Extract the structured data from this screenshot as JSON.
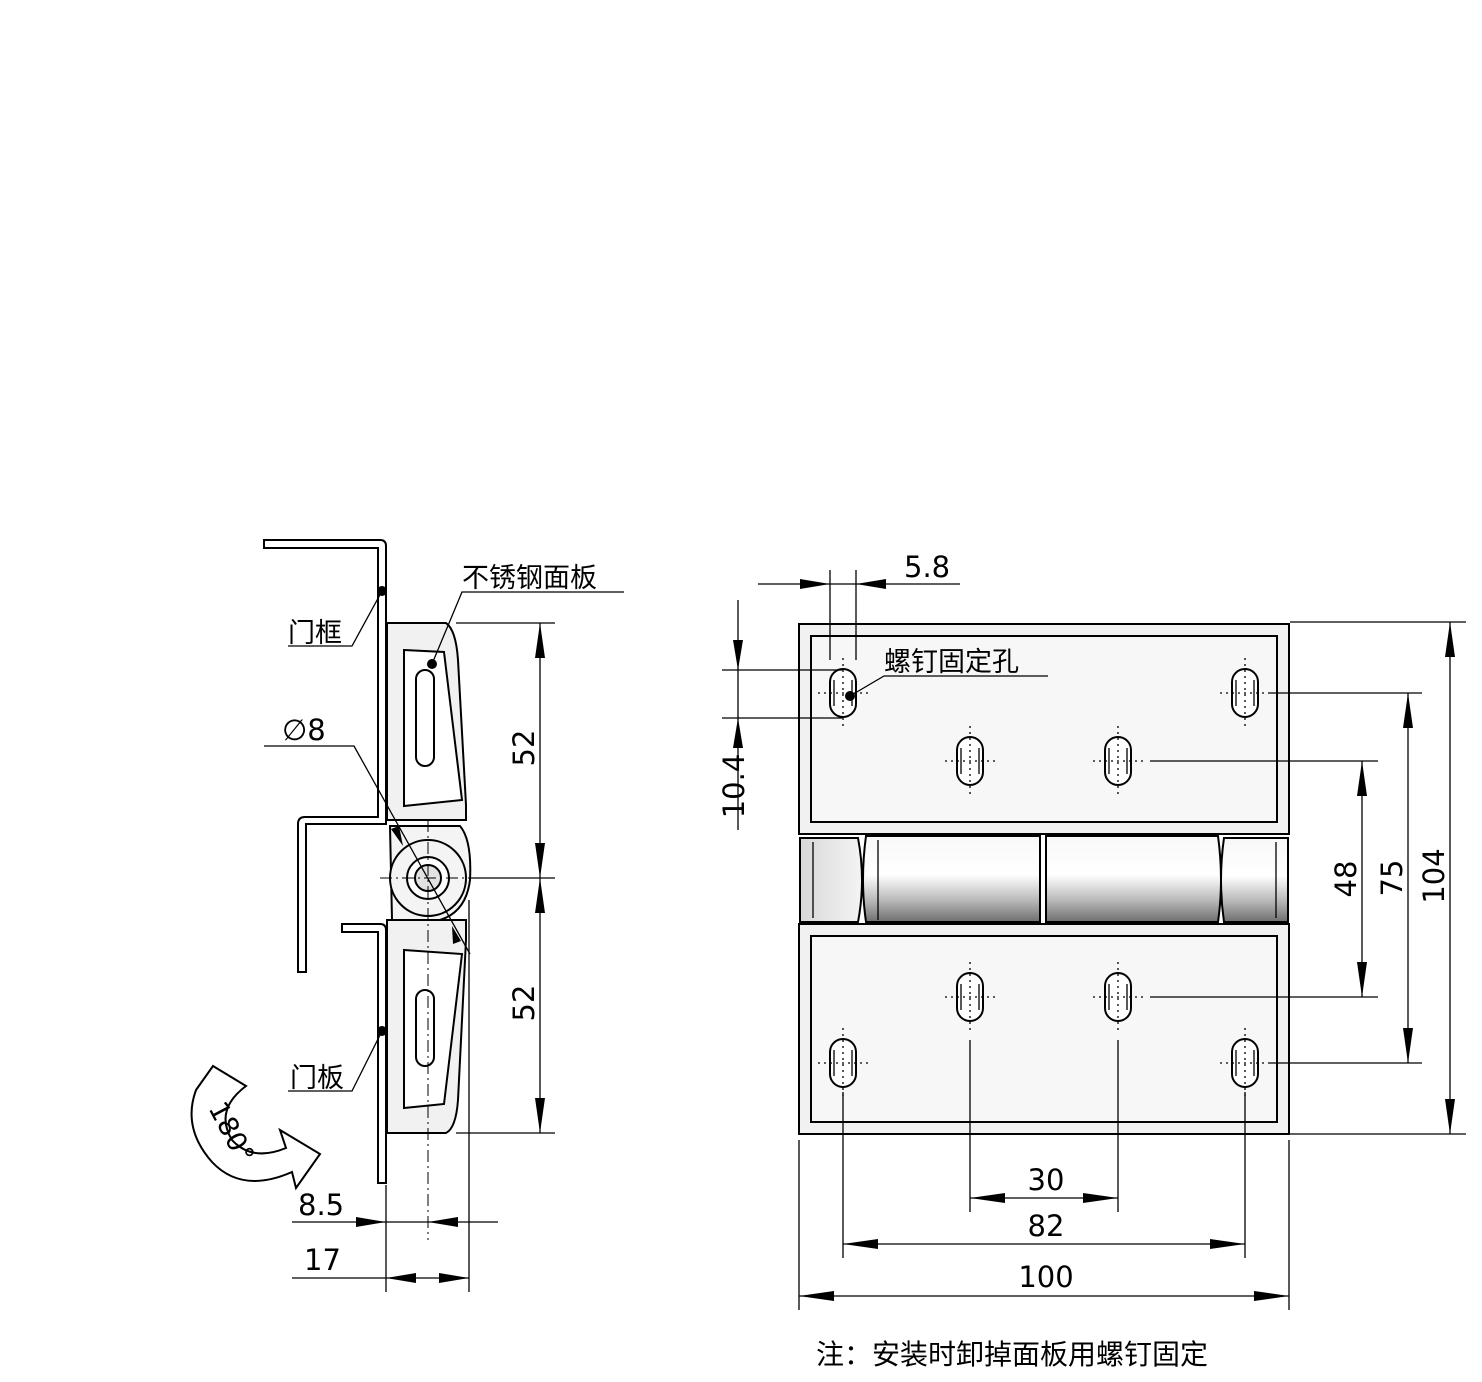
{
  "labels": {
    "stainless_panel": "不锈钢面板",
    "door_frame": "门框",
    "door_panel": "门板",
    "screw_hole": "螺钉固定孔",
    "diameter": "∅8",
    "rotation": "180°",
    "note": "注：安装时卸掉面板用螺钉固定"
  },
  "dimensions": {
    "side_upper": "52",
    "side_lower": "52",
    "offset_8_5": "8.5",
    "offset_17": "17",
    "slot_width": "5.8",
    "slot_length": "10.4",
    "hole_spacing_48": "48",
    "hole_spacing_75": "75",
    "overall_height": "104",
    "hole_spacing_30": "30",
    "hole_spacing_82": "82",
    "overall_width": "100"
  }
}
